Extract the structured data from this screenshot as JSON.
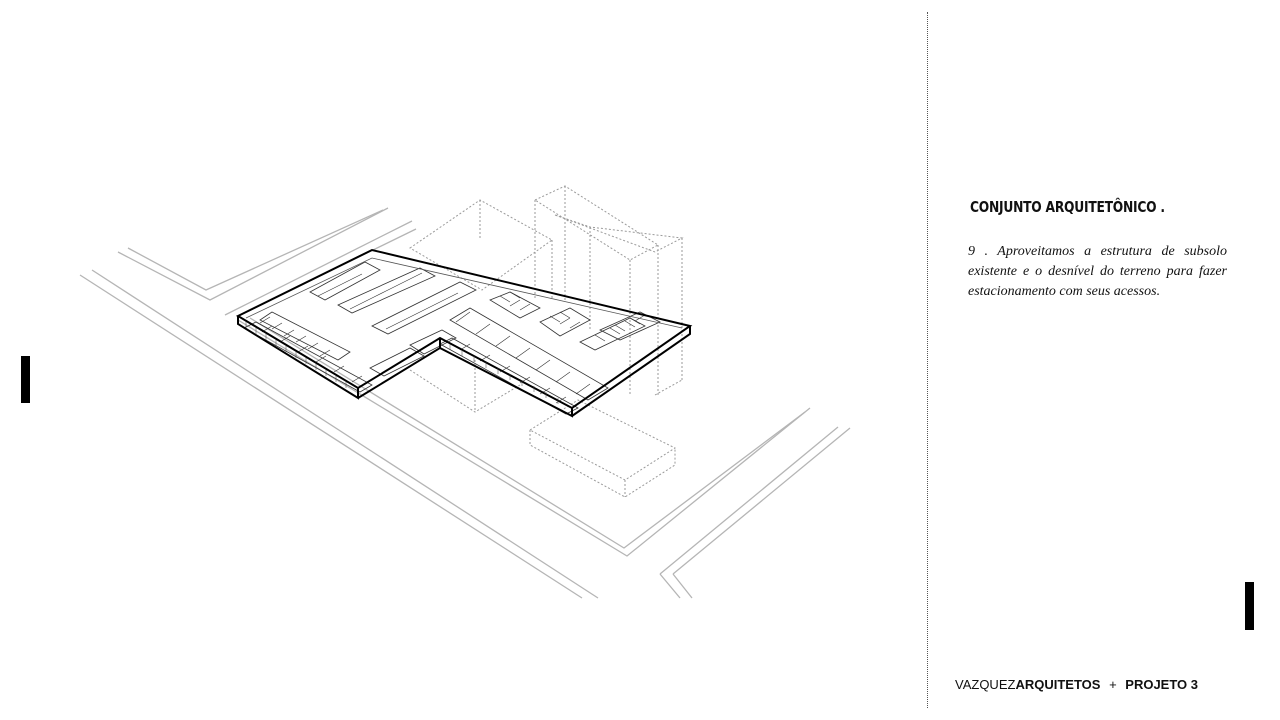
{
  "section": {
    "title": "CONJUNTO ARQUITETÔNICO .",
    "description": "9 . Aproveitamos a estrutura de subsolo existente e o desnível do terreno para fazer estacionamento com seus acessos."
  },
  "footer": {
    "brand_light": "VAZQUEZ",
    "brand_bold": "ARQUITETOS",
    "separator": "+",
    "project": "PROJETO 3"
  }
}
